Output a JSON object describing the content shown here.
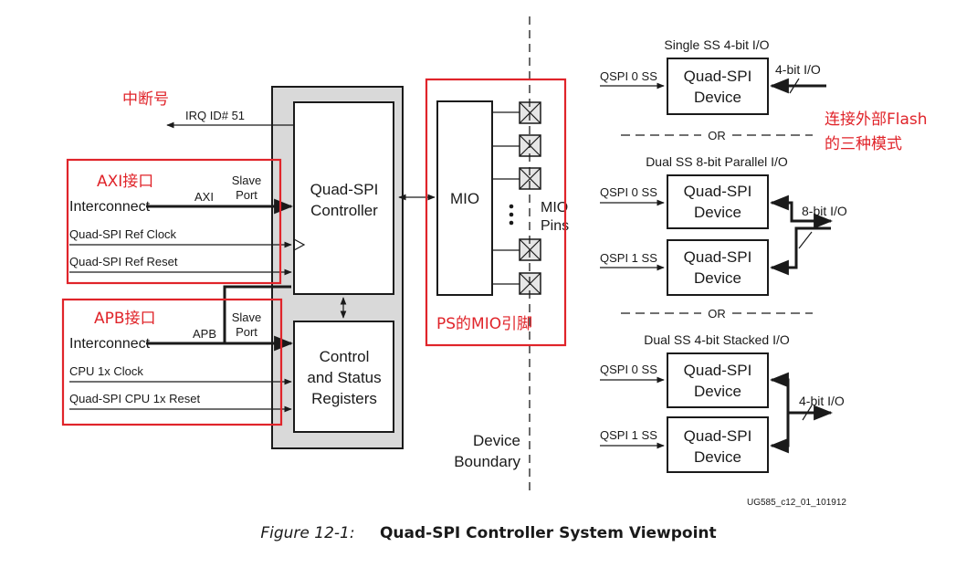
{
  "controller": {
    "title_line1": "Quad-SPI",
    "title_line2": "Controller",
    "irq": "IRQ ID# 51",
    "axi_label": "AXI",
    "axi_slave_line1": "Slave",
    "axi_slave_line2": "Port",
    "apb_label": "APB",
    "apb_slave_line1": "Slave",
    "apb_slave_line2": "Port"
  },
  "axi_group": {
    "interconnect": "Interconnect",
    "ref_clock": "Quad-SPI Ref Clock",
    "ref_reset": "Quad-SPI Ref Reset"
  },
  "apb_group": {
    "interconnect": "Interconnect",
    "cpu_clock": "CPU 1x Clock",
    "cpu_reset": "Quad-SPI CPU 1x Reset"
  },
  "registers": {
    "line1": "Control",
    "line2": "and Status",
    "line3": "Registers"
  },
  "mio": {
    "label": "MIO",
    "pins_line1": "MIO",
    "pins_line2": "Pins"
  },
  "boundary": {
    "line1": "Device",
    "line2": "Boundary"
  },
  "annotations": {
    "interrupt": "中断号",
    "axi": "AXI接口",
    "apb": "APB接口",
    "ps_mio": "PS的MIO引脚",
    "flash_line1": "连接外部Flash",
    "flash_line2": "的三种模式"
  },
  "modes": {
    "single": "Single SS 4-bit I/O",
    "or1": "OR",
    "dual_parallel": "Dual SS 8-bit Parallel I/O",
    "or2": "OR",
    "dual_stacked": "Dual SS 4-bit Stacked I/O",
    "qspi0": "QSPI 0 SS",
    "qspi1": "QSPI 1 SS",
    "device_line1": "Quad-SPI",
    "device_line2": "Device",
    "io4": "4-bit I/O",
    "io8": "8-bit I/O"
  },
  "figure_id": "UG585_c12_01_101912",
  "caption": {
    "label": "Figure 12-1:",
    "title": "Quad-SPI Controller System Viewpoint"
  },
  "colors": {
    "annotation_red": "#e0242a",
    "block_gray": "#d9d9d9"
  }
}
